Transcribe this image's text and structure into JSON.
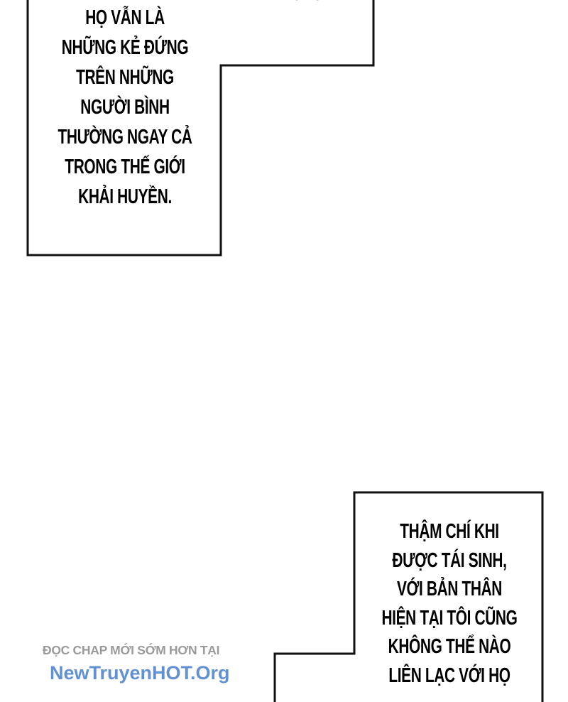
{
  "panel_top": {
    "cut_off_text": "BÌNH CAO",
    "lines": [
      "HỌ VẪN LÀ",
      "NHỮNG KẺ ĐỨNG",
      "TRÊN NHỮNG",
      "NGƯỜI BÌNH",
      "THƯỜNG NGAY CẢ",
      "TRONG THẾ GIỚI",
      "KHẢI HUYỀN."
    ]
  },
  "panel_bottom": {
    "lines": [
      "THẬM CHÍ KHI",
      "ĐƯỢC TÁI SINH,",
      "VỚI BẢN THÂN",
      "HIỆN TẠI TÔI CŨNG",
      "KHÔNG THỂ NÀO",
      "LIÊN LẠC VỚI HỌ"
    ]
  },
  "watermark": {
    "line1": "ĐỌC CHAP MỚI SỚM HƠN TẠI",
    "line2": "NewTruyenHOT.Org",
    "color": "#467dc8"
  }
}
